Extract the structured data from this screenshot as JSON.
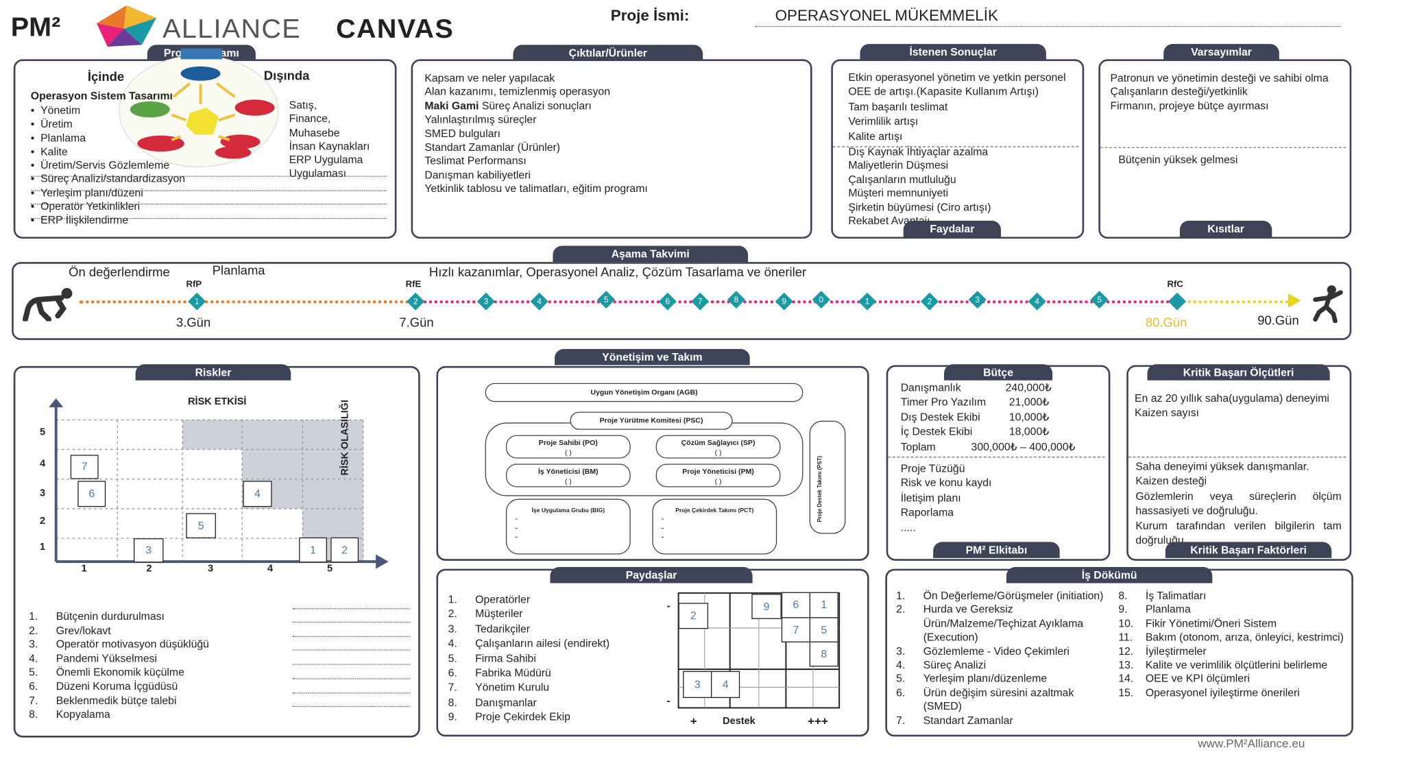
{
  "header": {
    "logo_pm": "PM²",
    "logo_alliance": "ALLIANCE",
    "logo_canvas": "CANVAS",
    "project_label": "Proje İsmi:",
    "project_name": "OPERASYONEL MÜKEMMELİK"
  },
  "scope": {
    "tab": "Proje Kapsamı",
    "in_label": "İçinde",
    "out_label": "Dışında",
    "in_heading": "Operasyon Sistem Tasarımı",
    "in_items": [
      "Yönetim",
      "Üretim",
      "Planlama",
      "Kalite",
      "Üretim/Servis Gözlemleme",
      "Süreç Analizi/standardizasyon",
      "Yerleşim planı/düzeni",
      "Operatör Yetkinlikleri",
      "ERP İlişkilendirme"
    ],
    "out_items": [
      "Satış,",
      "Finance,",
      "Muhasebe",
      "İnsan Kaynakları",
      "ERP Uygulama",
      "Uygulaması"
    ]
  },
  "outputs": {
    "tab": "Çıktılar/Ürünler",
    "items": [
      {
        "bold": "",
        "text": "Kapsam ve neler yapılacak"
      },
      {
        "bold": "",
        "text": "Alan kazanımı, temizlenmiş operasyon"
      },
      {
        "bold": "Maki Gami",
        "text": " Süreç Analizi sonuçları"
      },
      {
        "bold": "",
        "text": "Yalınlaştırılmış süreçler"
      },
      {
        "bold": "",
        "text": "SMED bulguları"
      },
      {
        "bold": "",
        "text": "Standart Zamanlar (Ürünler)"
      },
      {
        "bold": "",
        "text": "Teslimat Performansı"
      },
      {
        "bold": "",
        "text": "Danışman kabiliyetleri"
      },
      {
        "bold": "",
        "text": "Yetkinlik tablosu ve talimatları, eğitim programı"
      }
    ]
  },
  "results": {
    "tab": "İstenen Sonuçlar",
    "items": [
      "Etkin operasyonel yönetim ve yetkin personel",
      "OEE de artışı.(Kapasite Kullanım Artışı)",
      "Tam başarılı teslimat",
      "Verimlilik artışı",
      "Kalite artışı"
    ],
    "benefits": [
      "Dış Kaynak İhtiyaçlar azalma",
      "Maliyetlerin Düşmesi",
      "Çalışanların mutluluğu",
      "Müşteri memnuniyeti",
      "Şirketin büyümesi (Ciro artışı)",
      "Rekabet Avantajı"
    ],
    "benefits_tab": "Faydalar"
  },
  "assumptions": {
    "tab": "Varsayımlar",
    "items": [
      "Patronun ve yönetimin desteği ve sahibi olma",
      "Çalışanların desteği/yetkinlik",
      "Firmanın, projeye bütçe ayırması"
    ],
    "constraints": [
      "Bütçenin yüksek gelmesi"
    ],
    "constraints_tab": "Kısıtlar"
  },
  "timeline": {
    "tab": "Aşama Takvimi",
    "phase1": "Ön değerlendirme",
    "phase2": "Planlama",
    "phase3": "Hızlı kazanımlar, Operasyonel Analiz, Çözüm Tasarlama ve öneriler",
    "rfp": "RfP",
    "rfe": "RfE",
    "rfc": "RfC",
    "day3": "3.Gün",
    "day7": "7.Gün",
    "day80": "80.Gün",
    "day90": "90.Gün",
    "milestones": [
      "1",
      "2",
      "3",
      "4",
      "5",
      "6",
      "7",
      "8",
      "9",
      "0",
      "1",
      "2",
      "3",
      "4",
      "5"
    ]
  },
  "risks": {
    "tab": "Riskler",
    "y_title": "RİSK ETKİSİ",
    "x_title": "RİSK OLASILIĞI",
    "y_ticks": [
      "5",
      "4",
      "3",
      "2",
      "1"
    ],
    "x_ticks": [
      "1",
      "2",
      "3",
      "4",
      "5"
    ],
    "markers": [
      "7",
      "6",
      "4",
      "5",
      "3",
      "1",
      "2"
    ],
    "items": [
      "Bütçenin durdurulması",
      "Grev/lokavt",
      "Operatör motivasyon düşüklüğü",
      "Pandemi Yükselmesi",
      "Önemli Ekonomik küçülme",
      "Düzeni Koruma İçgüdüsü",
      "Beklenmedik bütçe talebi",
      "Kopyalama"
    ]
  },
  "governance": {
    "tab": "Yönetişim ve Takım",
    "agb": "Uygun Yönetişim Organı (AGB)",
    "psc": "Proje Yürütme  Komitesi  (PSC)",
    "po": "Proje Sahibi (PO)",
    "sp": "Çözüm Sağlayıcı  (SP)",
    "bm": "İş Yöneticisi (BM)",
    "pm": "Proje Yöneticisi (PM)",
    "big": "İşe Uygulama  Grubu (BIG)",
    "pct": "Proje Çekirdek Takımı  (PCT)",
    "pst": "Proje Destek Takımı  (PST)",
    "paren": "(                                )",
    "dash": "-"
  },
  "stakeholders": {
    "tab": "Paydaşlar",
    "items": [
      "Operatörler",
      "Müşteriler",
      "Tedarikçiler",
      "Çalışanların ailesi (endirekt)",
      "Firma Sahibi",
      "Fabrika Müdürü",
      "Yönetim Kurulu",
      "Danışmanlar",
      "Proje Çekirdek Ekip"
    ],
    "support_label": "Destek",
    "plus": "+",
    "plus3": "+++",
    "minus": "-",
    "markers": [
      "2",
      "9",
      "6",
      "1",
      "7",
      "5",
      "8",
      "3",
      "4"
    ]
  },
  "budget": {
    "tab": "Bütçe",
    "rows": [
      {
        "label": "Danışmanlık",
        "value": "240,000₺"
      },
      {
        "label": "Timer Pro Yazılım",
        "value": "21,000₺"
      },
      {
        "label": "Dış Destek Ekibi",
        "value": "10,000₺"
      },
      {
        "label": "İç Destek Ekibi",
        "value": "18,000₺"
      },
      {
        "label": "Toplam",
        "value": "300,000₺ – 400,000₺"
      }
    ],
    "handbook": [
      "Proje Tüzüğü",
      "Risk ve konu kaydı",
      "İletişim planı",
      "Raporlama",
      "....."
    ],
    "handbook_tab": "PM² Elkitabı"
  },
  "kpi": {
    "tab": "Kritik Başarı Ölçütleri",
    "items": [
      "En az 20 yıllık saha(uygulama) deneyimi",
      "Kaizen sayısı"
    ],
    "factors": [
      "Saha deneyimi yüksek danışmanlar.",
      "Kaizen desteği",
      "Gözlemlerin veya süreçlerin ölçüm hassasiyeti ve doğruluğu.",
      "Kurum tarafından verilen bilgilerin tam doğruluğu"
    ],
    "factors_tab": "Kritik Başarı Faktörleri"
  },
  "work": {
    "tab": "İş Dökümü",
    "col1": [
      {
        "n": "1.",
        "t": "Ön Değerleme/Görüşmeler (initiation)"
      },
      {
        "n": "2.",
        "t": "Hurda ve Gereksiz Ürün/Malzeme/Teçhizat Ayıklama (Execution)"
      },
      {
        "n": "3.",
        "t": "Gözlemleme - Video Çekimleri"
      },
      {
        "n": "4.",
        "t": "Süreç Analizi"
      },
      {
        "n": "5.",
        "t": "Yerleşim planı/düzenleme"
      },
      {
        "n": "6.",
        "t": "Ürün değişim süresini azaltmak (SMED)"
      },
      {
        "n": "7.",
        "t": "Standart Zamanlar"
      }
    ],
    "col2": [
      {
        "n": "8.",
        "t": "İş Talimatları"
      },
      {
        "n": "9.",
        "t": "Planlama"
      },
      {
        "n": "10.",
        "t": "Fikir Yönetimi/Öneri Sistem"
      },
      {
        "n": "11.",
        "t": "Bakım (otonom, arıza, önleyici, kestrimci)"
      },
      {
        "n": "12.",
        "t": "İyileştirmeler"
      },
      {
        "n": "13.",
        "t": "Kalite ve verimlilik ölçütlerini belirleme"
      },
      {
        "n": "14.",
        "t": "OEE ve KPI ölçümleri"
      },
      {
        "n": "15.",
        "t": "Operasyonel iyileştirme önerileri"
      }
    ]
  },
  "footer": {
    "url": "www.PM²Alliance.eu"
  },
  "colors": {
    "frame": "#3d4458",
    "accent_yellow": "#e8b92a",
    "dot_orange": "#e8782a",
    "dot_pink": "#e8207a",
    "dot_teal": "#1a9aa3"
  }
}
